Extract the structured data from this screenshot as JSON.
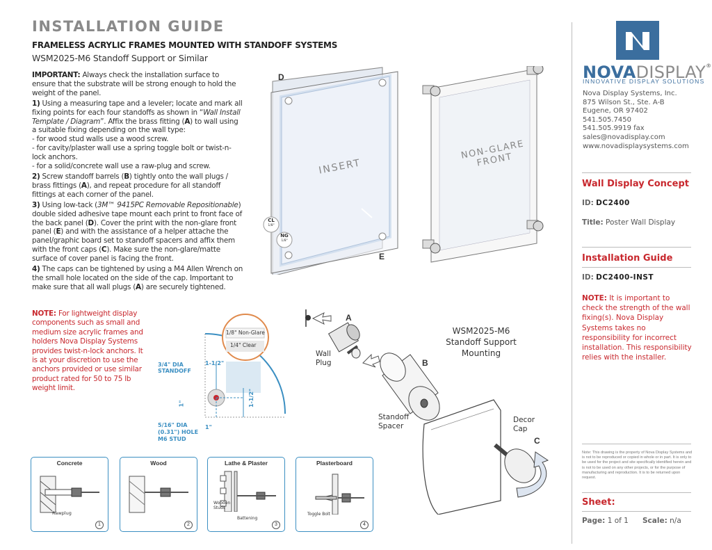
{
  "header": {
    "title": "INSTALLATION GUIDE",
    "subtitle": "FRAMELESS ACRYLIC FRAMES MOUNTED WITH STANDOFF SYSTEMS",
    "model_line": "WSM2025-M6 Standoff Support or Similar"
  },
  "instructions": {
    "important_label": "IMPORTANT:",
    "important_text": "Always check the installation surface to ensure that the substrate will be strong enough to hold the weight of the panel.",
    "step1_num": "1)",
    "step1_a": "Using a measuring tape and a leveler; locate and mark all fixing points for each four standoffs as shown in “",
    "step1_italic": "Wall Install Template / Diagram",
    "step1_b": "”. Affix the brass fitting (",
    "step1_A": "A",
    "step1_c": ") to wall using a suitable fixing depending on the wall type:",
    "bullet1": "- for wood stud walls use a wood screw.",
    "bullet2": "- for cavity/plaster wall use a spring toggle bolt or twist-n-lock anchors.",
    "bullet3": "- for a solid/concrete wall use a raw-plug and screw.",
    "step2_num": "2)",
    "step2_a": "Screw standoff barrels (",
    "step2_B": "B",
    "step2_b": ") tightly onto the wall plugs / brass fittings (",
    "step2_A": "A",
    "step2_c": "), and repeat procedure for all standoff fittings at each corner of the panel.",
    "step3_num": "3)",
    "step3_a": "Using low-tack (",
    "step3_italic": "3M™ 9415PC Removable Repositionable",
    "step3_b": ") double sided adhesive tape mount each print to front face of the back panel (",
    "step3_D": "D",
    "step3_c": "). Cover the print with the non-glare front panel (",
    "step3_E": "E",
    "step3_d": ") and with the assistance of a helper attache the panel/graphic board set to standoff spacers and affix them with the front caps (",
    "step3_C": "C",
    "step3_e": "). Make sure the non-glare/matte surface of cover panel is facing the front.",
    "step4_num": "4)",
    "step4_a": "The caps can be tightened by using a M4 Allen Wrench on the small hole located on the side of the cap. Important to make sure that all wall plugs (",
    "step4_A": "A",
    "step4_b": ") are securely tightened."
  },
  "note_left": {
    "label": "NOTE:",
    "text": "For lightweight display components such as small and medium size acrylic frames and holders Nova Display Systems provides twist-n-lock anchors. It is at your discretion to use the anchors provided or use similar product rated for 50 to 75 lb weight limit."
  },
  "diagram": {
    "label_D": "D",
    "label_E": "E",
    "insert_text": "INSERT",
    "front_text_1": "NON-GLARE",
    "front_text_2": "FRONT",
    "badge_cl": "CL",
    "badge_cl_sub": "1/8\"",
    "badge_ng": "NG",
    "badge_ng_sub": "1/8\"",
    "label_A": "A",
    "label_B": "B",
    "label_C": "C",
    "wall_plug": "Wall Plug",
    "standoff_spacer_1": "Standoff",
    "standoff_spacer_2": "Spacer",
    "decor_cap_1": "Decor",
    "decor_cap_2": "Cap",
    "mount_1": "WSM2025-M6",
    "mount_2": "Standoff Support",
    "mount_3": "Mounting"
  },
  "template": {
    "callout_1": "1/8\" Non-Glare",
    "callout_2": "1/4\" Clear",
    "dia_1": "3/4\" DIA",
    "dia_2": "STANDOFF",
    "dim_top": "1-1/2\"",
    "dim_right": "1-1/2\"",
    "dim_left": "1\"",
    "dim_bottom": "1\"",
    "hole_1": "5/16\" DIA",
    "hole_2": "(0.31\") HOLE",
    "hole_3": "M6 STUD"
  },
  "wall_types": [
    {
      "title": "Concrete",
      "num": "1",
      "caption": "Rawplug"
    },
    {
      "title": "Wood",
      "num": "2",
      "caption": ""
    },
    {
      "title": "Lathe & Plaster",
      "num": "3",
      "caption": "Wooden Studs",
      "caption2": "Battening"
    },
    {
      "title": "Plasterboard",
      "num": "4",
      "caption": "Toggle Bolt"
    }
  ],
  "company": {
    "logo_nova": "NOVA",
    "logo_display": "DISPLAY",
    "logo_mark": "®",
    "tagline": "INNOVATIVE DISPLAY SOLUTIONS",
    "name": "Nova Display Systems, Inc.",
    "address1": "875 Wilson St., Ste. A-B",
    "address2": "Eugene, OR 97402",
    "phone": "541.505.7450",
    "fax": "541.505.9919 fax",
    "email": "sales@novadisplay.com",
    "web": "www.novadisplaysystems.com"
  },
  "concept": {
    "title": "Wall Display Concept",
    "id_label": "ID:",
    "id_value": "DC2400",
    "title_label": "Title:",
    "title_value": "Poster Wall Display"
  },
  "install": {
    "title": "Installation Guide",
    "id_label": "ID:",
    "id_value": "DC2400-INST"
  },
  "note_right": {
    "label": "NOTE:",
    "text": "It is important to check the strength of the wall fixing(s). Nova Display Systems takes no responsibility for incorrect installation. This responsibility relies with the installer."
  },
  "fineprint": "Note: This drawing is the property of Nova Display Systems and is not to be reproduced or copied in whole or in part. It is only to be used for the project and site specifically identified herein and is not to be used on any other projects, or for the purpose of manufacturing and reproduction. It is to be returned upon request.",
  "sheet": {
    "title": "Sheet:",
    "page_label": "Page:",
    "page_value": "1 of 1",
    "scale_label": "Scale:",
    "scale_value": "n/a"
  },
  "colors": {
    "accent_red": "#c8282e",
    "brand_blue": "#3b6e9e",
    "box_blue": "#3b8fc2"
  }
}
